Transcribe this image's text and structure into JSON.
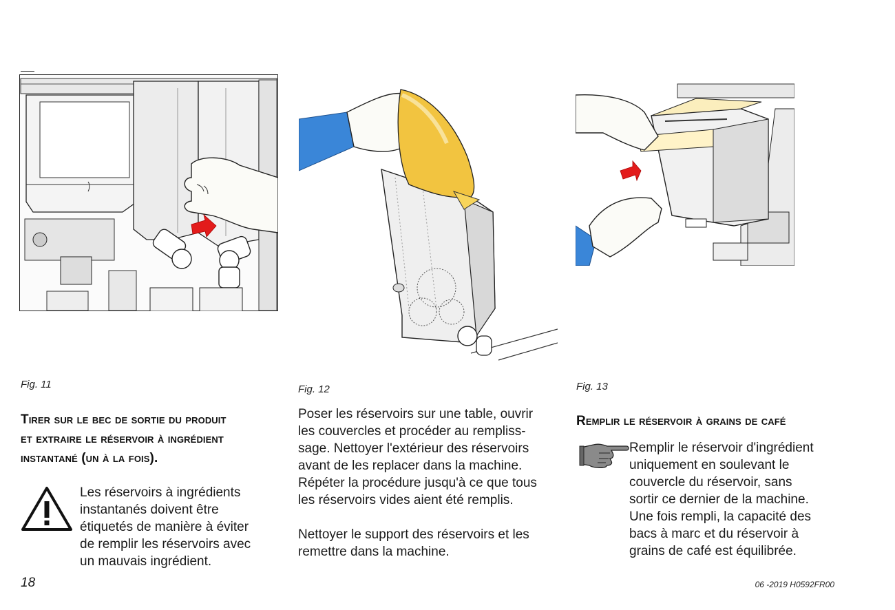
{
  "figures": [
    {
      "caption": "Fig. 11"
    },
    {
      "caption": "Fig. 12"
    },
    {
      "caption": "Fig. 13"
    }
  ],
  "col1": {
    "heading": [
      "Tirer sur le bec de sortie du produit",
      "et extraire le réservoir à ingrédient",
      "instantané (un à la fois)."
    ],
    "warning": [
      "Les réservoirs à ingrédients",
      "instantanés doivent être",
      "étiquetés de manière à éviter",
      "de remplir les réservoirs avec",
      "un mauvais ingrédient."
    ]
  },
  "col2": {
    "para1": [
      "Poser les réservoirs sur une table, ouvrir",
      "les couvercles et procéder au rempliss-",
      "sage. Nettoyer l'extérieur des réservoirs",
      "avant de les replacer dans la machine.",
      "Répéter la procédure jusqu'à ce que tous",
      "les réservoirs vides aient été remplis."
    ],
    "para2": [
      "Nettoyer le support des réservoirs et les",
      "remettre dans la machine."
    ]
  },
  "col3": {
    "heading": "Remplir le réservoir à grains de café",
    "note": [
      "Remplir le réservoir d'ingrédient",
      "uniquement en soulevant le",
      "couvercle du réservoir, sans",
      "sortir ce dernier de la machine.",
      "Une fois rempli, la capacité des",
      "bacs à marc et du réservoir à",
      "grains de café est équilibrée."
    ]
  },
  "footer": {
    "page": "18",
    "code": "06 -2019 H0592FR00"
  },
  "colors": {
    "arrow": "#e31b1b",
    "skin": "#fbfbf7",
    "sleeve": "#3a86d8",
    "coffee": "#f2c440"
  }
}
